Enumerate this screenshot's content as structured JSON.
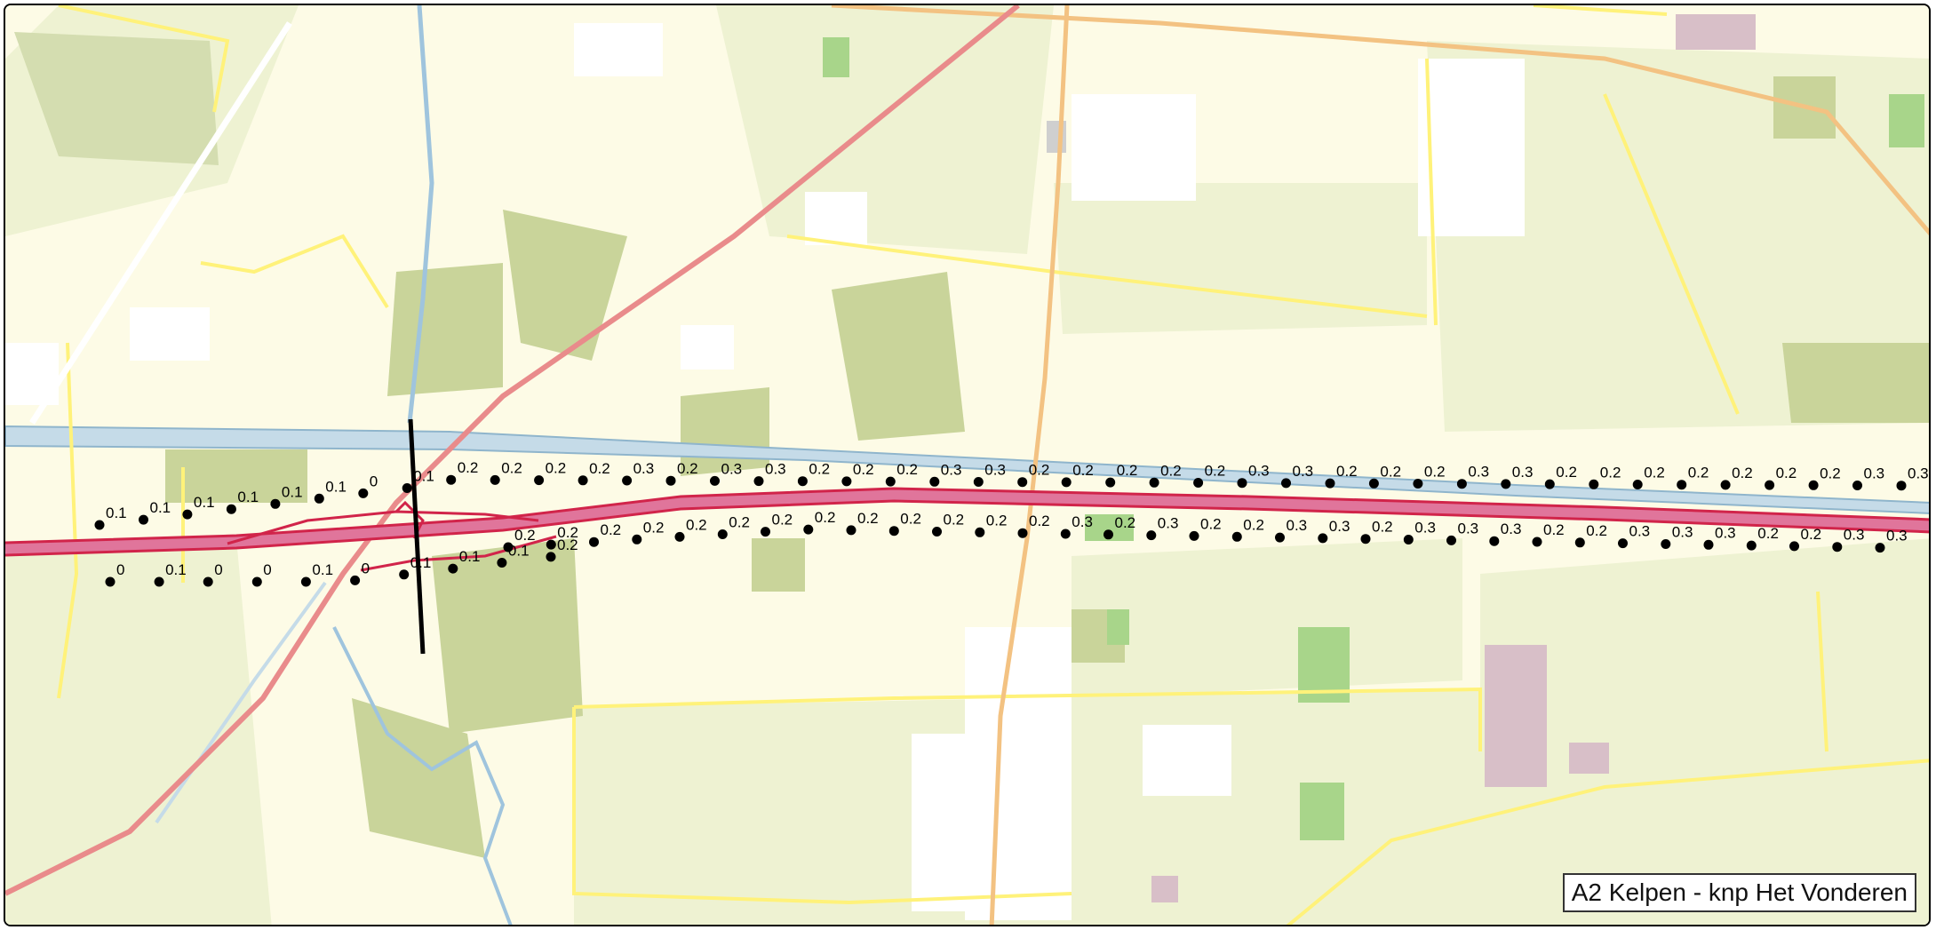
{
  "map": {
    "title": "A2 Kelpen - knp Het Vonderen",
    "colors": {
      "background": "#fdfbe6",
      "farmland": "#eef2d2",
      "field_dark": "#d4ddb0",
      "forest": "#c9d49a",
      "grass": "#a8d58a",
      "urban": "#ffffff",
      "water": "#c5dbe8",
      "canal_edge": "#8fb5cc",
      "road_local": "#fff27a",
      "road_main": "#f3c282",
      "road_regional": "#e98b8b",
      "motorway": "#d1244a",
      "motorway_fill": "#e0759b",
      "industrial": "#d8bfc8",
      "marker": "#000000"
    },
    "icons": {
      "receptor_point": "black-dot",
      "section_divider": "black-line"
    },
    "north_row": {
      "labels": [
        "0.1",
        "0.1",
        "0.1",
        "0.1",
        "0.1",
        "0.1",
        "0",
        "0.1",
        "0.2",
        "0.2",
        "0.2",
        "0.2",
        "0.3",
        "0.2",
        "0.3",
        "0.3",
        "0.2",
        "0.2",
        "0.2",
        "0.3",
        "0.3",
        "0.2",
        "0.2",
        "0.2",
        "0.2",
        "0.2",
        "0.3",
        "0.3",
        "0.2",
        "0.2",
        "0.2",
        "0.3",
        "0.3",
        "0.2",
        "0.2",
        "0.2",
        "0.2",
        "0.2",
        "0.2",
        "0.2",
        "0.3",
        "0.3"
      ]
    },
    "road_row": {
      "labels": [
        "0.2",
        "0.2",
        "0.2",
        "0.2",
        "0.2",
        "0.2",
        "0.2",
        "0.2",
        "0.2",
        "0.2",
        "0.2",
        "0.2",
        "0.2",
        "0.3",
        "0.2",
        "0.3",
        "0.2",
        "0.2",
        "0.3",
        "0.3",
        "0.2",
        "0.3",
        "0.3",
        "0.3",
        "0.2",
        "0.2",
        "0.3",
        "0.3",
        "0.3",
        "0.2",
        "0.2",
        "0.3",
        "0.3"
      ]
    },
    "south_row": {
      "labels": [
        "0",
        "0.1",
        "0",
        "0",
        "0.1",
        "0",
        "0.1",
        "0.1",
        "0.1",
        "0.2"
      ]
    }
  }
}
